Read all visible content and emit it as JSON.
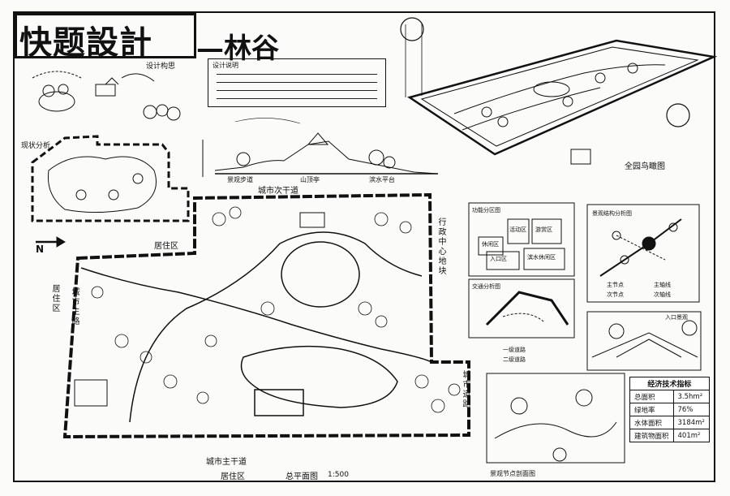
{
  "header": {
    "title": "快题設計",
    "subtitle": "—林谷"
  },
  "labels": {
    "design_analysis": "设计构思",
    "design_notes": "设计说明",
    "site_analysis": "现状分析",
    "bird_view": "全园鸟瞰图",
    "road_top": "城市次干道",
    "road_bottom": "城市主干道",
    "road_left": "城市主路",
    "road_right": "城市道路",
    "residential_top": "居住区",
    "residential_left": "居住区",
    "residential_bottom": "居住区",
    "admin_center": "行政中心地块",
    "plan_title": "总平面图",
    "plan_scale": "1:500",
    "function_zoning": "功能分区图",
    "landscape_structure": "景观结构分析图",
    "traffic_analysis": "交通分析图",
    "section_label": "景观节点剖面图",
    "section_a": "景观步道",
    "section_b": "山顶亭",
    "section_c": "滨水平台",
    "north": "N",
    "perspective": "入口景观",
    "legend_primary": "主节点",
    "legend_axis": "主轴线",
    "legend_secondary": "次节点",
    "legend_secondary_axis": "次轴线",
    "legend_main_road": "一级道路",
    "legend_sub_road": "二级道路"
  },
  "zones": [
    "休闲区",
    "活动区",
    "游赏区",
    "入口区",
    "滨水休闲区"
  ],
  "stats": {
    "header": "经济技术指标",
    "rows": [
      {
        "name": "总面积",
        "value": "3.5hm²"
      },
      {
        "name": "绿地率",
        "value": "76%"
      },
      {
        "name": "水体面积",
        "value": "3184m²"
      },
      {
        "name": "建筑物面积",
        "value": "401m²"
      }
    ]
  }
}
